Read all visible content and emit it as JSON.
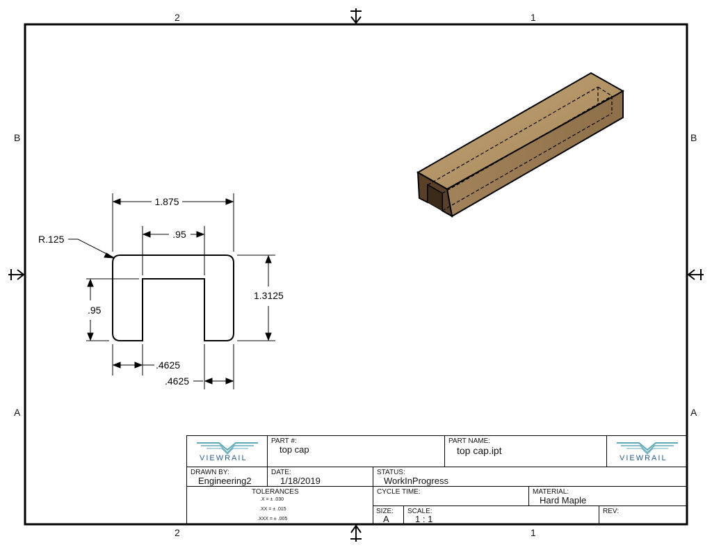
{
  "zones": {
    "top_left": "2",
    "top_right": "1",
    "bottom_left": "2",
    "bottom_right": "1",
    "left_upper": "B",
    "left_lower": "A",
    "right_upper": "B",
    "right_lower": "A"
  },
  "dimensions": {
    "overall_width": "1.875",
    "slot_width": ".95",
    "radius": "R.125",
    "height": "1.3125",
    "slot_depth": ".95",
    "left_leg": ".4625",
    "right_leg": ".4625"
  },
  "title_block": {
    "logo_text": "VIEWRAIL",
    "part_number_label": "PART #:",
    "part_number": "top cap",
    "part_name_label": "PART NAME:",
    "part_name": "top cap.ipt",
    "drawn_by_label": "DRAWN BY:",
    "drawn_by": "Engineering2",
    "date_label": "DATE:",
    "date": "1/18/2019",
    "status_label": "STATUS:",
    "status": "WorkInProgress",
    "tolerances_label": "TOLERANCES",
    "tol_x": ".X = ± .030",
    "tol_xx": ".XX = ± .015",
    "tol_xxx": ".XXX = ± .005",
    "cycle_time_label": "CYCLE TIME:",
    "material_label": "MATERIAL:",
    "material": "Hard Maple",
    "size_label": "SIZE:",
    "size": "A",
    "scale_label": "SCALE:",
    "scale": "1 : 1",
    "rev_label": "REV:"
  },
  "colors": {
    "logo_blue": "#2c5c8a",
    "logo_teal": "#5fa8b8",
    "wood_light": "#b89a6c",
    "wood_dark": "#6b4f33"
  }
}
